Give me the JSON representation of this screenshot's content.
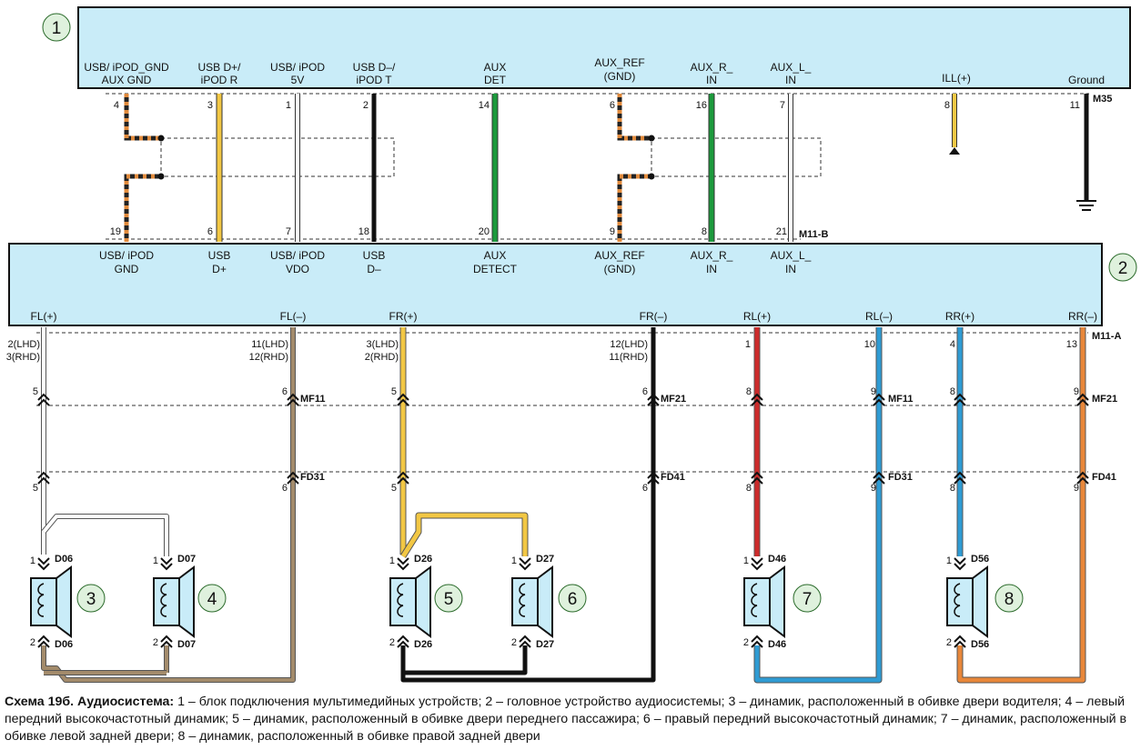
{
  "module1": {
    "number": "1",
    "connector": "M35",
    "connector_b": "M11-B",
    "pins": [
      {
        "l1": "USB/ iPOD_GND",
        "l2": "AUX GND",
        "top": "4",
        "bottom": "19",
        "bl1": "USB/ iPOD",
        "bl2": "GND"
      },
      {
        "l1": "USB D+/",
        "l2": "iPOD R",
        "top": "3",
        "bottom": "6",
        "bl1": "USB",
        "bl2": "D+"
      },
      {
        "l1": "USB/ iPOD",
        "l2": "5V",
        "top": "1",
        "bottom": "7",
        "bl1": "USB/ iPOD",
        "bl2": "VDO"
      },
      {
        "l1": "USB D–/",
        "l2": "iPOD T",
        "top": "2",
        "bottom": "18",
        "bl1": "USB",
        "bl2": "D–"
      },
      {
        "l1": "AUX",
        "l2": "DET",
        "top": "14",
        "bottom": "20",
        "bl1": "AUX",
        "bl2": "DETECT"
      },
      {
        "l1": "AUX_REF",
        "l2": "(GND)",
        "top": "6",
        "bottom": "9",
        "bl1": "AUX_REF",
        "bl2": "(GND)"
      },
      {
        "l1": "AUX_R_",
        "l2": "IN",
        "top": "16",
        "bottom": "8",
        "bl1": "AUX_R_",
        "bl2": "IN"
      },
      {
        "l1": "AUX_L_",
        "l2": "IN",
        "top": "7",
        "bottom": "21",
        "bl1": "AUX_L_",
        "bl2": "IN"
      },
      {
        "l1": "ILL(+)",
        "l2": "",
        "top": "8",
        "bottom": "",
        "bl1": "",
        "bl2": ""
      },
      {
        "l1": "Ground",
        "l2": "",
        "top": "11",
        "bottom": "",
        "bl1": "",
        "bl2": ""
      }
    ]
  },
  "module2": {
    "number": "2",
    "connector": "M11-A",
    "outputs": [
      {
        "label": "FL(+)",
        "pin1": "2(LHD)",
        "pin2": "3(RHD)",
        "mf": "5",
        "fd": "5"
      },
      {
        "label": "FL(–)",
        "pin1": "11(LHD)",
        "pin2": "12(RHD)",
        "mf": "6",
        "fd": "6",
        "mf_name": "MF11",
        "fd_name": "FD31"
      },
      {
        "label": "FR(+)",
        "pin1": "3(LHD)",
        "pin2": "2(RHD)",
        "mf": "5",
        "fd": "5"
      },
      {
        "label": "FR(–)",
        "pin1": "12(LHD)",
        "pin2": "11(RHD)",
        "mf": "6",
        "fd": "6",
        "mf_name": "MF21",
        "fd_name": "FD41"
      },
      {
        "label": "RL(+)",
        "pin1": "1",
        "pin2": "",
        "mf": "8",
        "fd": "8"
      },
      {
        "label": "RL(–)",
        "pin1": "10",
        "pin2": "",
        "mf": "9",
        "fd": "9",
        "mf_name": "MF11",
        "fd_name": "FD31"
      },
      {
        "label": "RR(+)",
        "pin1": "4",
        "pin2": "",
        "mf": "8",
        "fd": "8"
      },
      {
        "label": "RR(–)",
        "pin1": "13",
        "pin2": "",
        "mf": "9",
        "fd": "9",
        "mf_name": "MF21",
        "fd_name": "FD41"
      }
    ]
  },
  "speakers": [
    {
      "number": "3",
      "connector": "D06"
    },
    {
      "number": "4",
      "connector": "D07"
    },
    {
      "number": "5",
      "connector": "D26"
    },
    {
      "number": "6",
      "connector": "D27"
    },
    {
      "number": "7",
      "connector": "D46"
    },
    {
      "number": "8",
      "connector": "D56"
    }
  ],
  "speaker_pins": {
    "plus": "1",
    "minus": "2"
  },
  "colors": {
    "module_fill": "#c9ecf8",
    "speaker_fill": "#c9ecf8",
    "callout_fill": "#dff1dd",
    "yellow": "#f2c744",
    "green": "#1c9a3c",
    "black": "#111111",
    "white": "#ffffff",
    "brown": "#a38b6b",
    "red": "#cc2b2b",
    "blue": "#2f9bd3",
    "orange": "#e8873a",
    "stripe": "#e08a3c"
  },
  "caption": {
    "title": "Схема 19б. Аудиосистема:",
    "text": " 1 – блок подключения мультимедийных устройств; 2 – головное устройство аудиосистемы; 3 – динамик, расположенный в обивке двери водителя; 4 – левый передний высокочастотный динамик; 5 – динамик, расположенный в обивке двери переднего пассажира; 6 – правый передний высокочастотный динамик; 7 – динамик, расположенный в обивке левой задней двери; 8 – динамик, расположенный в обивке правой задней двери"
  }
}
